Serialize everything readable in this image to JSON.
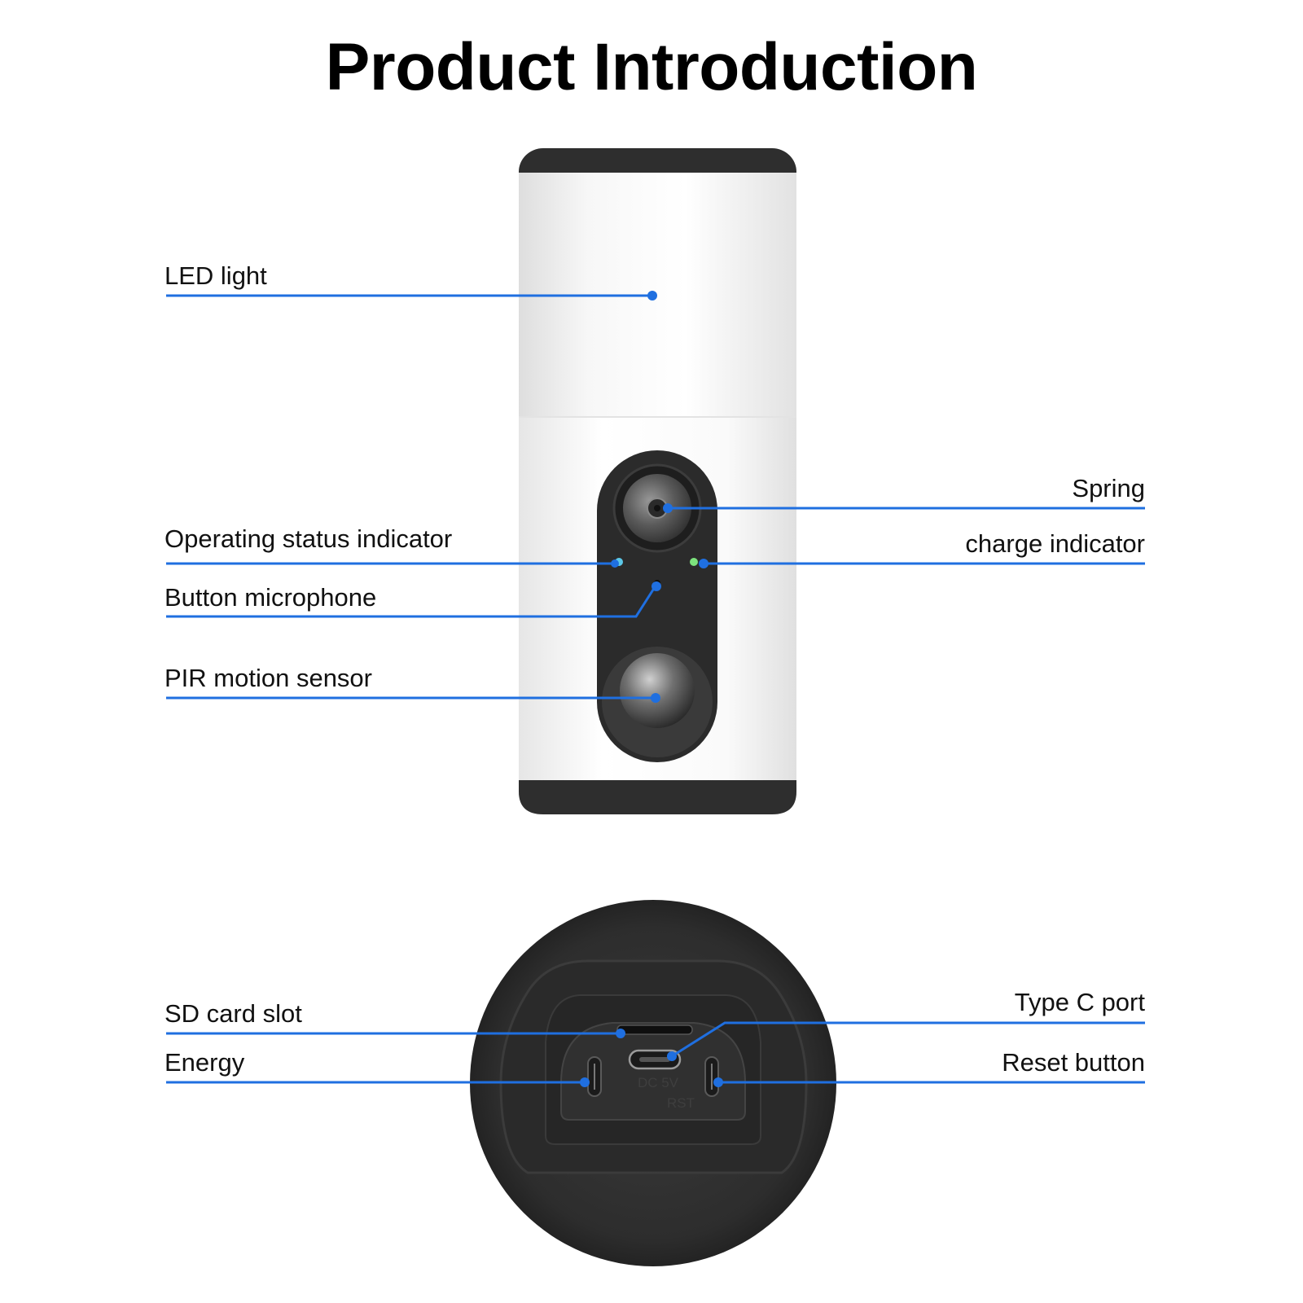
{
  "title": "Product Introduction",
  "colors": {
    "callout": "#1f6fe0",
    "body_dark": "#2e2e2e",
    "body_white": "#f4f4f4",
    "status_led": "#5cc8e8",
    "charge_led": "#7de37d"
  },
  "callouts": {
    "led_light": "LED light",
    "operating_status": "Operating status indicator",
    "button_microphone": "Button microphone",
    "pir_sensor": "PIR motion sensor",
    "spring": "Spring",
    "charge_indicator": "charge indicator",
    "sd_card_slot": "SD card slot",
    "energy": "Energy",
    "type_c_port": "Type C port",
    "reset_button": "Reset button"
  },
  "base_markings": {
    "dc": "DC 5V",
    "rst": "RST"
  }
}
